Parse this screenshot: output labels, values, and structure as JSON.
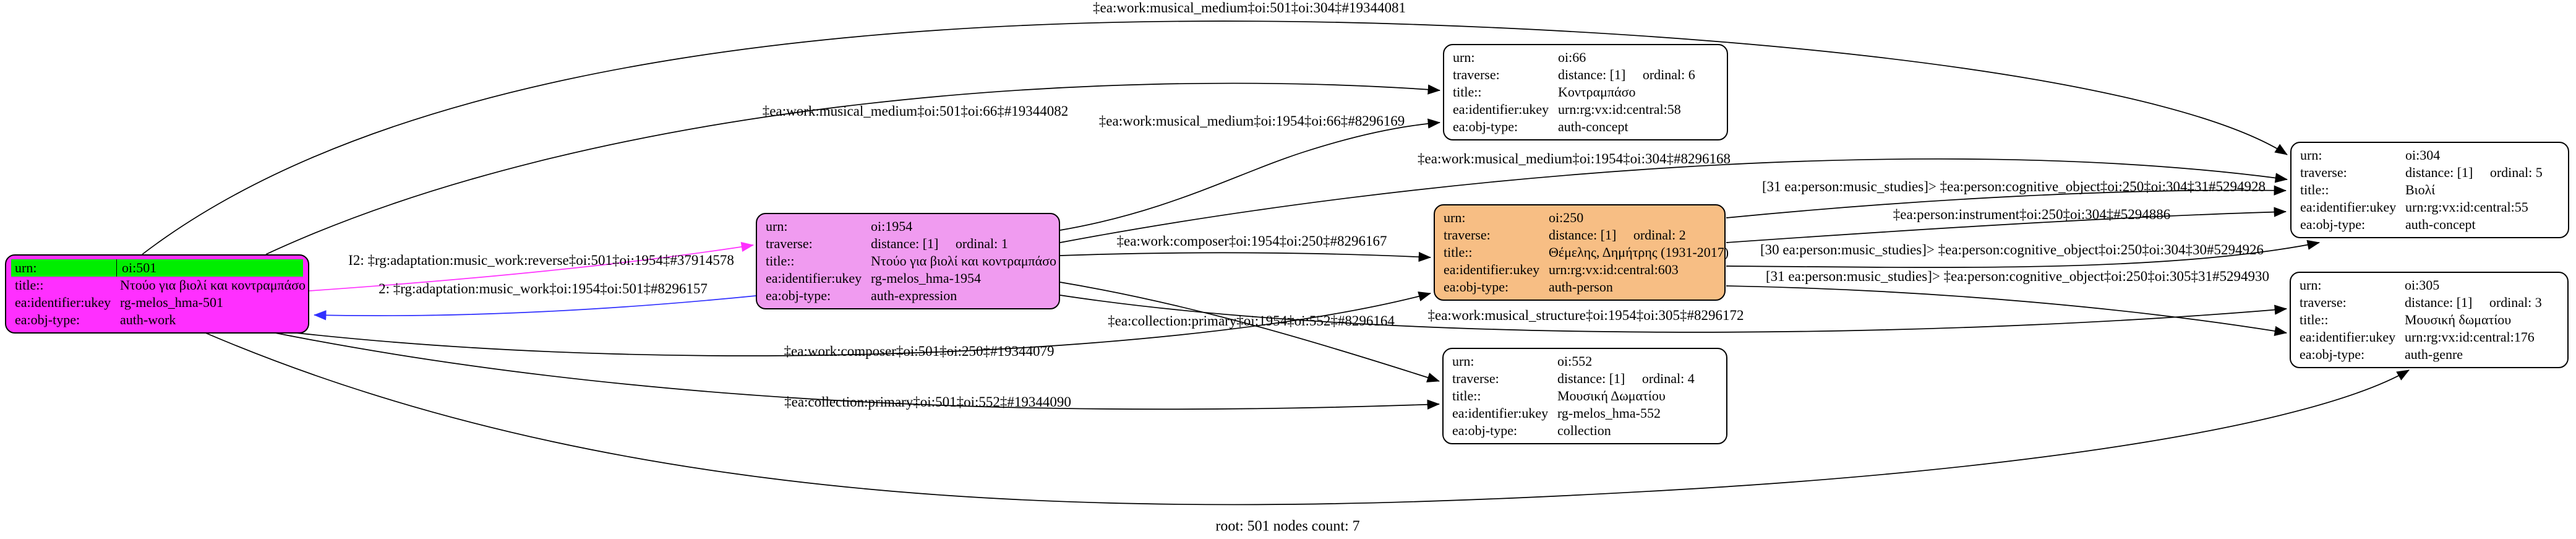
{
  "graph": {
    "footer_label": "root: 501 nodes count: 7",
    "colors": {
      "root_node_fill": "#ff2fff",
      "root_urn_highlight": "#00ee00",
      "expression_node_fill": "#f09bf0",
      "person_node_fill": "#f7be84",
      "plain_node_fill": "#ffffff",
      "edge_default": "#000000",
      "edge_forward": "#ff30ff",
      "edge_reverse": "#3030ff"
    }
  },
  "nodes": [
    {
      "name": "oi-501",
      "rows": [
        {
          "k": "urn:",
          "v": "oi:501"
        },
        {
          "k": "title::",
          "v": "Ντούο για βιολί και κοντραμπάσο"
        },
        {
          "k": "ea:identifier:ukey",
          "v": "rg-melos_hma-501"
        },
        {
          "k": "ea:obj-type:",
          "v": "auth-work"
        }
      ]
    },
    {
      "name": "oi-1954",
      "rows": [
        {
          "k": "urn:",
          "v": "oi:1954"
        },
        {
          "k": "traverse:",
          "v": "distance: [1]     ordinal: 1"
        },
        {
          "k": "title::",
          "v": "Ντούο για βιολί και κοντραμπάσο"
        },
        {
          "k": "ea:identifier:ukey",
          "v": "rg-melos_hma-1954"
        },
        {
          "k": "ea:obj-type:",
          "v": "auth-expression"
        }
      ]
    },
    {
      "name": "oi-250",
      "rows": [
        {
          "k": "urn:",
          "v": "oi:250"
        },
        {
          "k": "traverse:",
          "v": "distance: [1]     ordinal: 2"
        },
        {
          "k": "title::",
          "v": "Θέμελης, Δημήτρης (1931-2017)"
        },
        {
          "k": "ea:identifier:ukey",
          "v": "urn:rg:vx:id:central:603"
        },
        {
          "k": "ea:obj-type:",
          "v": "auth-person"
        }
      ]
    },
    {
      "name": "oi-66",
      "rows": [
        {
          "k": "urn:",
          "v": "oi:66"
        },
        {
          "k": "traverse:",
          "v": "distance: [1]     ordinal: 6"
        },
        {
          "k": "title::",
          "v": "Κοντραμπάσο"
        },
        {
          "k": "ea:identifier:ukey",
          "v": "urn:rg:vx:id:central:58"
        },
        {
          "k": "ea:obj-type:",
          "v": "auth-concept"
        }
      ]
    },
    {
      "name": "oi-552",
      "rows": [
        {
          "k": "urn:",
          "v": "oi:552"
        },
        {
          "k": "traverse:",
          "v": "distance: [1]     ordinal: 4"
        },
        {
          "k": "title::",
          "v": "Μουσική Δωματίου"
        },
        {
          "k": "ea:identifier:ukey",
          "v": "rg-melos_hma-552"
        },
        {
          "k": "ea:obj-type:",
          "v": "collection"
        }
      ]
    },
    {
      "name": "oi-304",
      "rows": [
        {
          "k": "urn:",
          "v": "oi:304"
        },
        {
          "k": "traverse:",
          "v": "distance: [1]     ordinal: 5"
        },
        {
          "k": "title::",
          "v": "Βιολί"
        },
        {
          "k": "ea:identifier:ukey",
          "v": "urn:rg:vx:id:central:55"
        },
        {
          "k": "ea:obj-type:",
          "v": "auth-concept"
        }
      ]
    },
    {
      "name": "oi-305",
      "rows": [
        {
          "k": "urn:",
          "v": "oi:305"
        },
        {
          "k": "traverse:",
          "v": "distance: [1]     ordinal: 3"
        },
        {
          "k": "title::",
          "v": "Μουσική δωματίου"
        },
        {
          "k": "ea:identifier:ukey",
          "v": "urn:rg:vx:id:central:176"
        },
        {
          "k": "ea:obj-type:",
          "v": "auth-genre"
        }
      ]
    }
  ],
  "edge_labels": [
    {
      "text": "‡ea:work:musical_medium‡oi:501‡oi:304‡#19344081"
    },
    {
      "text": "‡ea:work:musical_medium‡oi:501‡oi:66‡#19344082"
    },
    {
      "text": "‡ea:work:musical_medium‡oi:1954‡oi:66‡#8296169"
    },
    {
      "text": "‡ea:work:musical_medium‡oi:1954‡oi:304‡#8296168"
    },
    {
      "text": "I2: ‡rg:adaptation:music_work:reverse‡oi:501‡oi:1954‡#37914578"
    },
    {
      "text": "2: ‡rg:adaptation:music_work‡oi:1954‡oi:501‡#8296157"
    },
    {
      "text": "‡ea:work:composer‡oi:1954‡oi:250‡#8296167"
    },
    {
      "text": "‡ea:collection:primary‡oi:1954‡oi:552‡#8296164"
    },
    {
      "text": "‡ea:work:musical_structure‡oi:1954‡oi:305‡#8296172"
    },
    {
      "text": "‡ea:work:composer‡oi:501‡oi:250‡#19344079"
    },
    {
      "text": "‡ea:collection:primary‡oi:501‡oi:552‡#19344090"
    },
    {
      "text": "[31 ea:person:music_studies]> ‡ea:person:cognitive_object‡oi:250‡oi:304‡31#5294928"
    },
    {
      "text": "‡ea:person:instrument‡oi:250‡oi:304‡#5294886"
    },
    {
      "text": "[30 ea:person:music_studies]> ‡ea:person:cognitive_object‡oi:250‡oi:304‡30#5294926"
    },
    {
      "text": "[31 ea:person:music_studies]> ‡ea:person:cognitive_object‡oi:250‡oi:305‡31#5294930"
    }
  ]
}
